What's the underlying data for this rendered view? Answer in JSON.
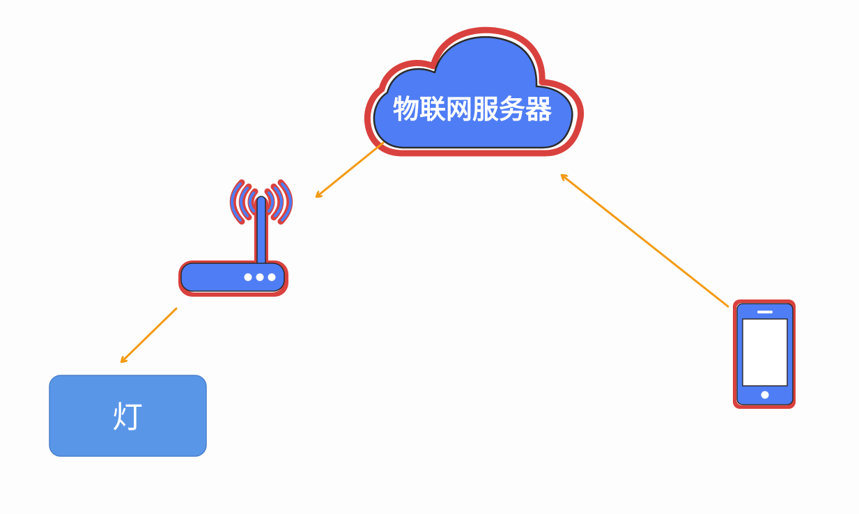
{
  "nodes": {
    "server": {
      "label": "物联网服务器",
      "icon": "cloud-icon"
    },
    "router": {
      "icon": "wifi-router-icon"
    },
    "lamp": {
      "label": "灯"
    },
    "phone": {
      "icon": "smartphone-icon"
    }
  },
  "edges": [
    {
      "from": "server",
      "to": "router"
    },
    {
      "from": "router",
      "to": "lamp"
    },
    {
      "from": "phone",
      "to": "server"
    }
  ],
  "colors": {
    "fill_blue": "#4f7df6",
    "lamp_blue": "#5a96e8",
    "outline_red": "#d9413e",
    "outline_dark": "#2b2b2b",
    "arrow_orange": "#f39a12",
    "background": "#fdfdfd"
  }
}
